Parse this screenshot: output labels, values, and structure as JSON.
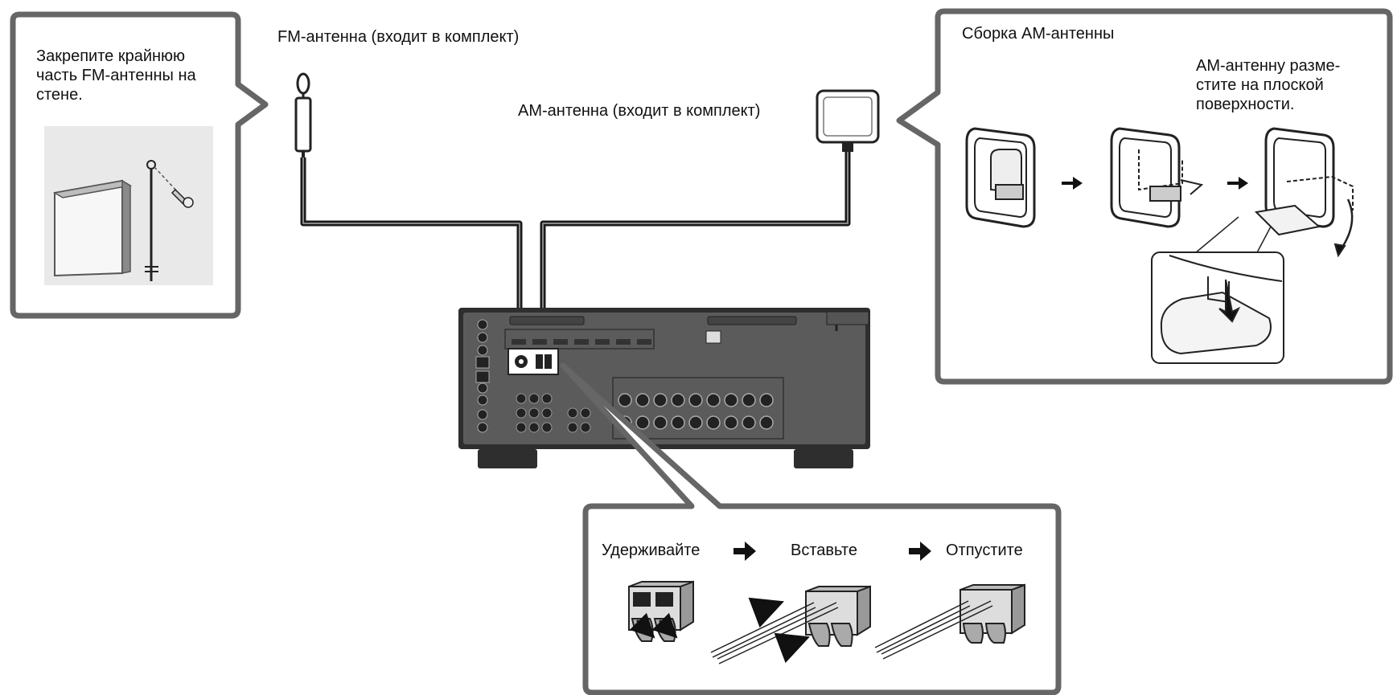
{
  "fm_antenna": {
    "label": "FM-антенна (входит в комплект)",
    "tip": "Закрепите крайнюю\nчасть FM-антенны на\nстене."
  },
  "am_antenna": {
    "label": "AM-антенна (входит в комплект)",
    "assembly_title": "Сборка AM-антенны",
    "placement_tip": "AM-антенну разме-\nстите на плоской\nповерхности."
  },
  "connection_steps": [
    {
      "label": "Удерживайте"
    },
    {
      "label": "Вставьте"
    },
    {
      "label": "Отпустите"
    }
  ],
  "colors": {
    "panel_border": "#666666",
    "cable": "#1a1a1a",
    "receiver_body": "#5a5a5a",
    "receiver_dark": "#2a2a2a"
  }
}
